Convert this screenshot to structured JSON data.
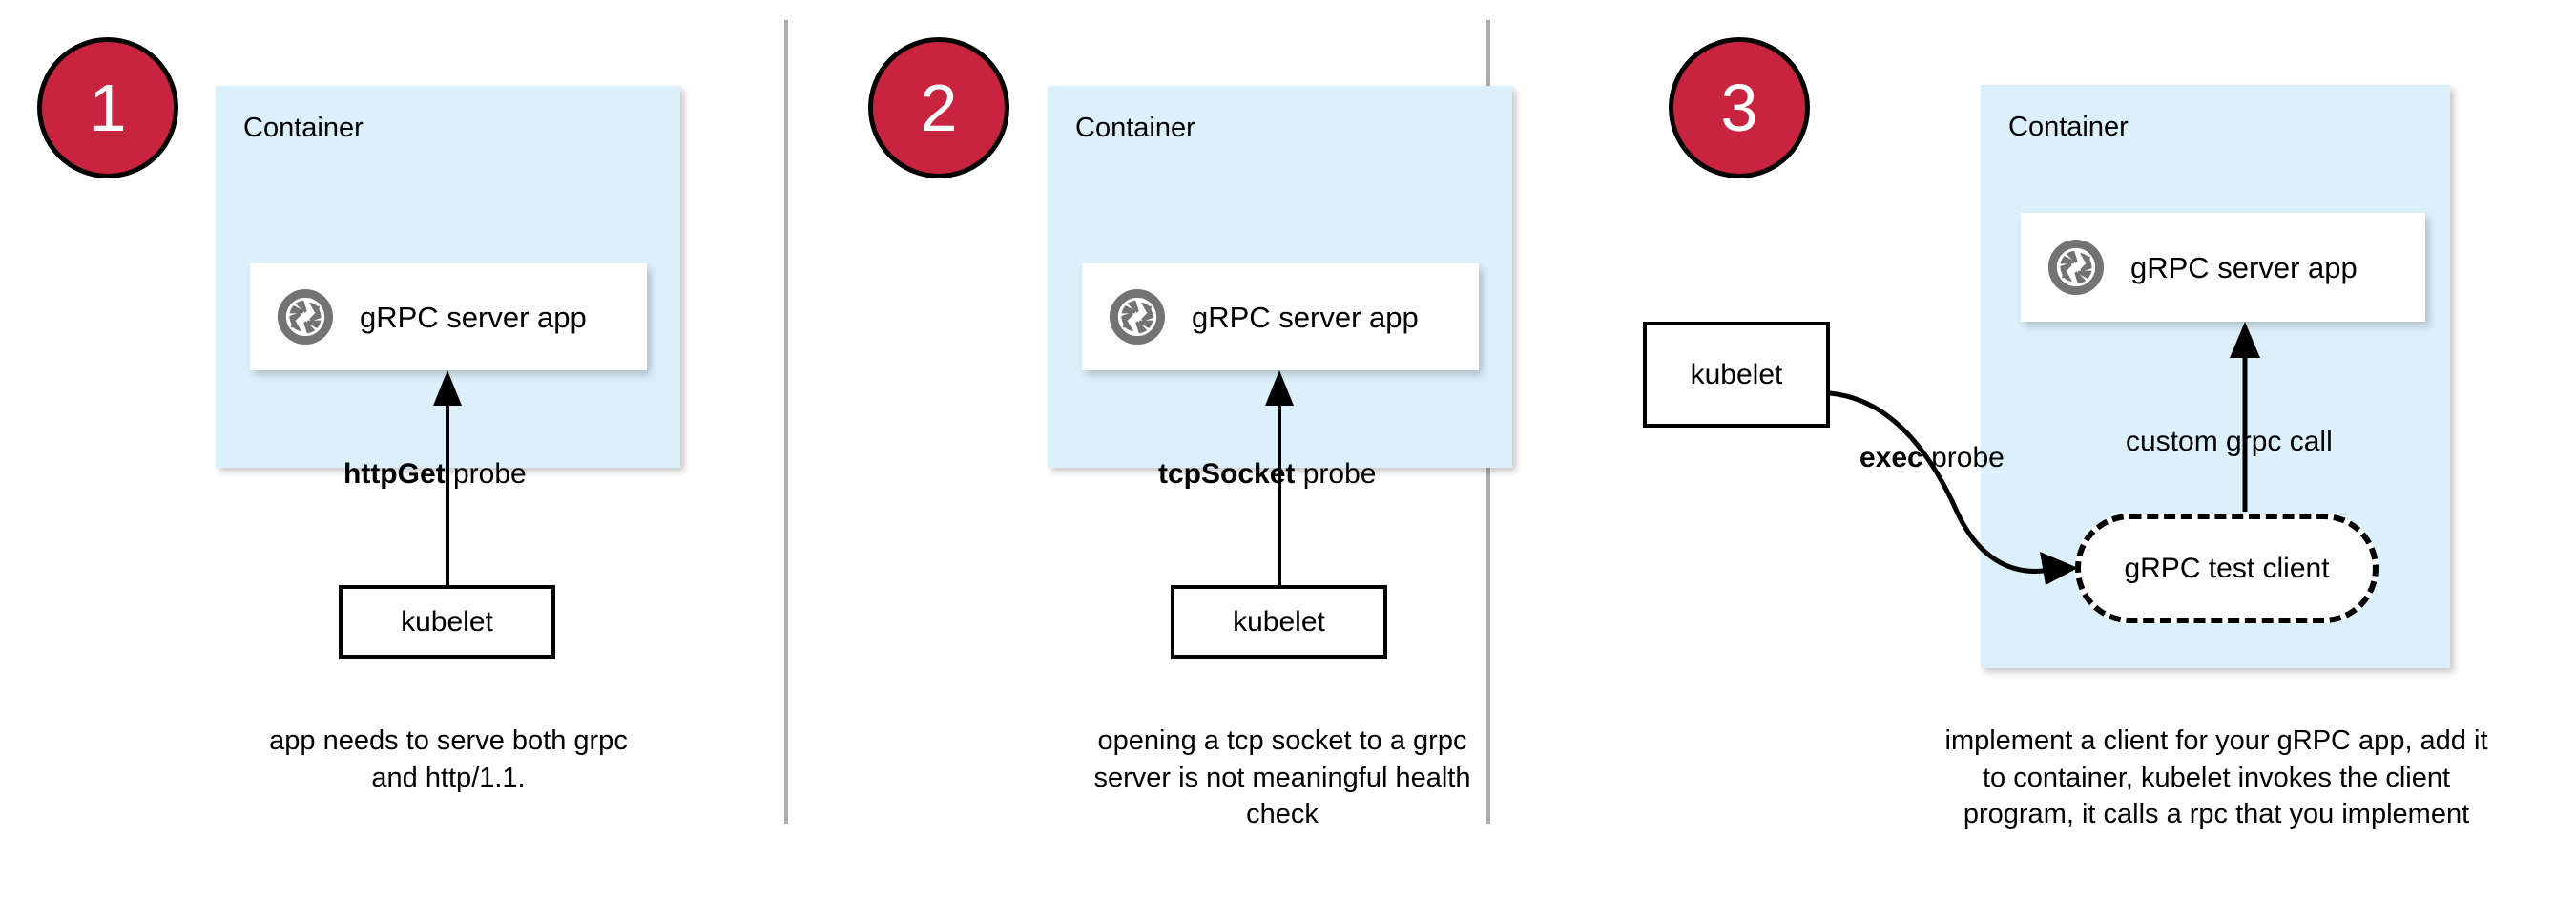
{
  "diagram": {
    "title": "gRPC health probe approaches",
    "colors": {
      "badge_fill": "#c9243f",
      "badge_text": "#ffffff",
      "container_fill": "#dcf0fb",
      "divider": "#adadad",
      "grpc_icon": "#737373",
      "stroke": "#000000"
    }
  },
  "panels": [
    {
      "badge": "1",
      "container_label": "Container",
      "app_label": "gRPC server app",
      "app_icon": "grpc-aperture-icon",
      "probe_label_bold": "httpGet",
      "probe_label_rest": " probe",
      "kubelet_label": "kubelet",
      "caption": "app needs to serve both grpc and http/1.1.",
      "caption_lines": [
        "app needs to serve both grpc",
        "and http/1.1."
      ]
    },
    {
      "badge": "2",
      "container_label": "Container",
      "app_label": "gRPC server app",
      "app_icon": "grpc-aperture-icon",
      "probe_label_bold": "tcpSocket",
      "probe_label_rest": " probe",
      "kubelet_label": "kubelet",
      "caption": "opening a tcp socket to a grpc server is not meaningful health check",
      "caption_lines": [
        "opening a tcp socket to a grpc",
        "server is not meaningful health",
        "check"
      ]
    },
    {
      "badge": "3",
      "container_label": "Container",
      "app_label": "gRPC server app",
      "app_icon": "grpc-aperture-icon",
      "probe_label_bold": "exec",
      "probe_label_rest": " probe",
      "kubelet_label": "kubelet",
      "test_client_label": "gRPC test client",
      "internal_call_label": "custom grpc call",
      "caption": "implement a client for your gRPC app, add it to container, kubelet invokes the client program, it calls a rpc that you implement",
      "caption_lines": [
        "implement a client for your gRPC app, add it",
        "to container, kubelet invokes the client",
        "program, it calls a rpc that you implement"
      ]
    }
  ]
}
